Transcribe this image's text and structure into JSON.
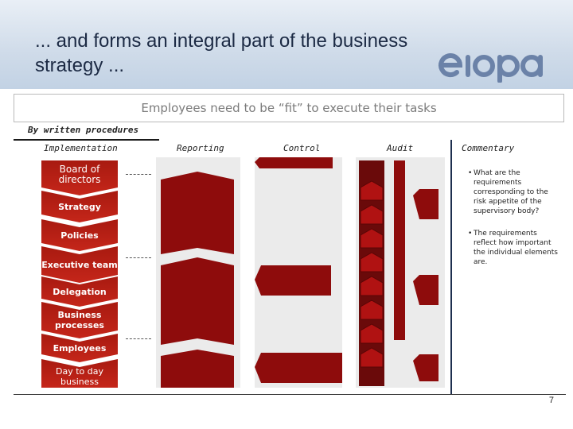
{
  "header": {
    "title": "... and forms an integral part of the business strategy ...",
    "logo_text": "eiopa"
  },
  "banner": {
    "text": "Employees need to be “fit” to execute their tasks"
  },
  "subtitle": "By written procedures",
  "columns": {
    "implementation": "Implementation",
    "reporting": "Reporting",
    "control": "Control",
    "audit": "Audit",
    "commentary": "Commentary"
  },
  "chain": [
    "Board of directors",
    "Strategy",
    "Policies",
    "Executive team",
    "Delegation",
    "Business processes",
    "Employees",
    "Day to day business"
  ],
  "commentary": [
    "What are the requirements corresponding to the risk appetite of the supervisory body?",
    "The requirements reflect how important the individual elements are."
  ],
  "bullet_char": "•",
  "page_number": "7",
  "colors": {
    "chevron_red": "#c5261a",
    "dark_red": "#8e0c0c",
    "panel_grey": "#ebebeb",
    "rule_blue": "#1e2f4f"
  }
}
